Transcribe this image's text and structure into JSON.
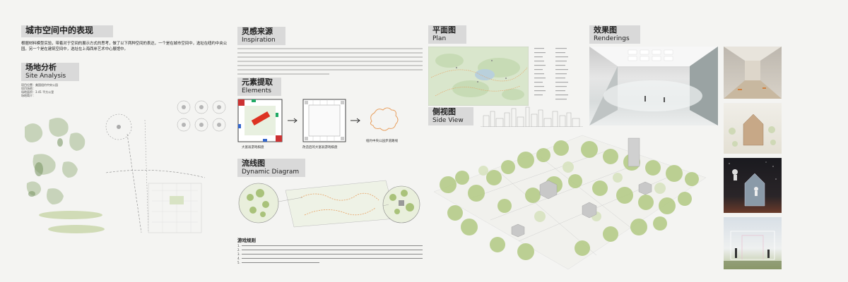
{
  "main_title": "城市空间中的表现",
  "intro": "根据材料模型实验，带着对于空间的展示方式的思考，做了以下两种空间的表达，一个是在城市空间中，选址在纽约中央公园，另一个是在建筑空间中，选址在上海西岸艺术中心展馆中。",
  "site": {
    "title_zh": "场地分析",
    "title_en": "Site Analysis",
    "notes": [
      "项目位置：",
      "项目场地：",
      "场地面积：",
      "场地简介："
    ],
    "values": [
      "美国纽约中央公园",
      "3.41 平方公里",
      ""
    ]
  },
  "inspiration": {
    "title_zh": "灵感来源",
    "title_en": "Inspiration"
  },
  "elements": {
    "title_zh": "元素提取",
    "title_en": "Elements",
    "captions": [
      "大富翁游戏棋盘",
      "改造后的大富翁游戏棋盘",
      "纽约中央公园步道路线"
    ]
  },
  "dynamic": {
    "title_zh": "流线图",
    "title_en": "Dynamic Diagram"
  },
  "rules": {
    "title": "游戏规则",
    "lines": [
      "1.",
      "2.",
      "3.",
      "4.",
      "5."
    ]
  },
  "plan": {
    "title_zh": "平面图",
    "title_en": "Plan"
  },
  "side": {
    "title_zh": "侧视图",
    "title_en": "Side View"
  },
  "renderings": {
    "title_zh": "效果图",
    "title_en": "Renderings"
  },
  "colors": {
    "header_bg": "#d9d9d9",
    "tree_green": "#a9c27a",
    "accent_orange": "#e8a060",
    "map_green": "#cfe0c2"
  }
}
